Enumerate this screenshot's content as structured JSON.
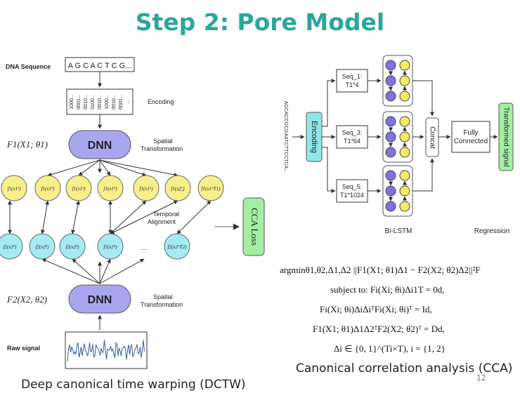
{
  "title": "Step 2: Pore Model",
  "left": {
    "dna_label": "DNA Sequence",
    "dna_seq": "A G C A C T C G...",
    "encoding_label": "Encoding",
    "matrix_rows": [
      "1000...",
      "0001...",
      "0010...",
      "0100...",
      "0010...",
      "1000...",
      "0010...",
      "0001...",
      "..."
    ],
    "f1": "F1(X1; θ1)",
    "f2": "F2(X2, θ2)",
    "dnn": "DNN",
    "spatial": [
      "Spatial",
      "Transformation"
    ],
    "temporal": [
      "Temporal",
      "Alignment"
    ],
    "top_nodes": [
      "f1(x1¹)",
      "f1(x1²)",
      "f1(x1³)",
      "f1(x1⁴)",
      "f1(x1⁵)",
      "f1(x1⁶)",
      "…",
      "f1(x1^T1)"
    ],
    "bottom_nodes": [
      "f2(x2¹)",
      "f2(x2²)",
      "f2(x2³)",
      "f2(x2⁴)",
      "…",
      "f2(x2^T2)"
    ],
    "raw_signal": "Raw signal",
    "cca_loss": "CCA Loss",
    "caption": "Deep canonical time warping (DCTW)"
  },
  "right": {
    "sequence": "AGCACCGCGAATCTTCCTCA...",
    "encoding": "Encoding",
    "seq_boxes": [
      [
        "Seq_1:",
        "T1*4"
      ],
      [
        "Seq_3:",
        "T1*64"
      ],
      [
        "Seq_5:",
        "T1*1024"
      ]
    ],
    "concat": "Concat",
    "fully_connected": [
      "Fully",
      "Connected"
    ],
    "transformed": "Transformed signal",
    "bilstm": "Bi-LSTM",
    "regression": "Regression",
    "equations": [
      "argminθ1,θ2,Δ1,Δ2 ||F1(X1; θ1)Δ1 − F2(X2; θ2)Δ2||²F",
      "subject to: Fi(Xi; θi)Δi1T = 0d,",
      "Fi(Xi; θi)ΔiΔiᵀFi(Xi; θi)ᵀ = Id,",
      "F1(X1; θ1)Δ1Δ2ᵀF2(X2; θ2)ᵀ = Dd,",
      "Δi ∈ {0, 1}^(Ti×T), i = {1, 2}"
    ],
    "caption": "Canonical correlation analysis (CCA)"
  },
  "page_number": "12",
  "colors": {
    "title": "#2aa79b",
    "dnn": "#a9a6f0",
    "top_node": "#f7f08a",
    "bottom_node": "#a6eaf3",
    "cca_loss": "#a3f0a3",
    "encoding": "#8ee8ea",
    "transformed": "#a3f0a3",
    "lstm_blue": "#7b73e6",
    "lstm_yellow": "#f3ec62"
  }
}
